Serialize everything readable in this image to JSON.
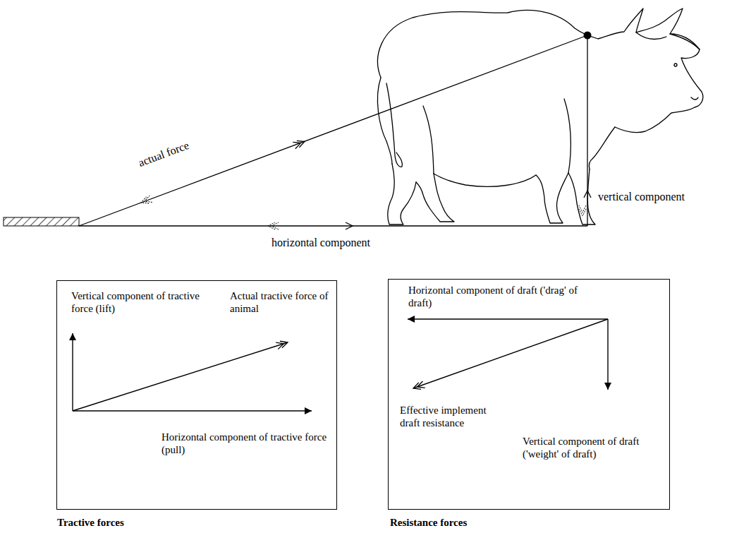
{
  "diagram": {
    "nodes": [
      {
        "text": [
          "Vertical component of tractive force (lift)",
          "Actual tractive force of animal",
          "Horizontal component of tractive force (pull)",
          "Tractive forces"
        ]
      },
      {
        "text": [
          "Horizontal component of draft ('drag' of draft)",
          "Effective implement draft resistance",
          "Vertical component of draft ('weight' of draft)",
          "Resistance forces"
        ]
      }
    ],
    "labels": [
      "actual force",
      "horizontal component",
      "vertical component"
    ]
  }
}
